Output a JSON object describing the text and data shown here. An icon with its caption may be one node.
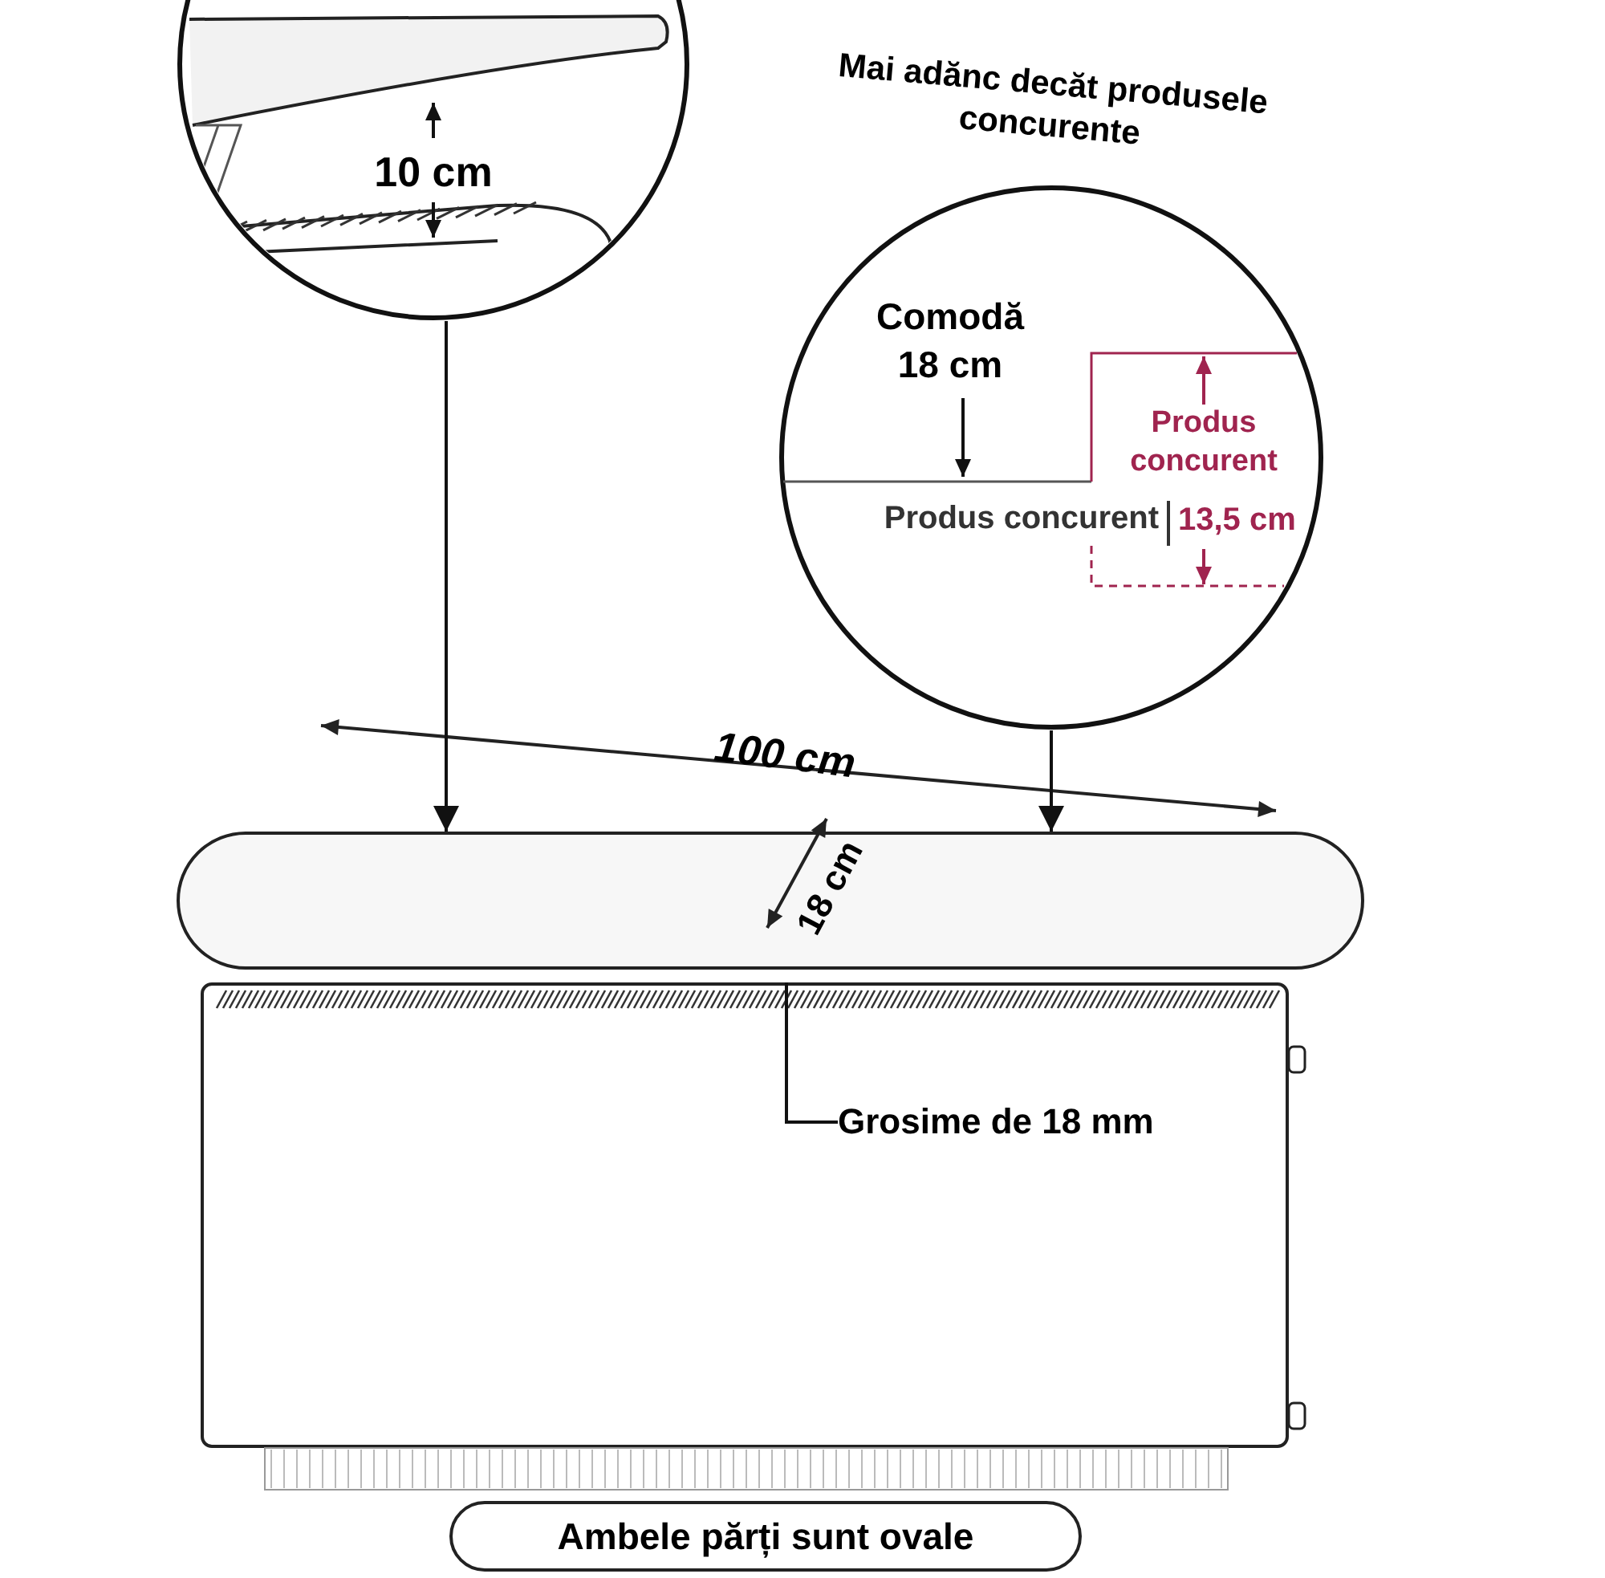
{
  "diagram": {
    "nodes": [
      {
        "text": [
          "10 cm"
        ]
      },
      {
        "text": [
          "Mai adănc decăt produsele concurente",
          "Comodă 18 cm",
          "Produs concurent",
          "Produs concurent",
          "13,5 cm"
        ]
      },
      {
        "text": [],
        "shape": "box"
      },
      {
        "text": [],
        "shape": "picture"
      },
      {
        "text": [
          "Grosime de 18 mm"
        ],
        "in": 3
      },
      {
        "text": [
          "Ambele părți sunt ovale"
        ]
      }
    ],
    "edges": [
      {
        "from": 0,
        "to": 2,
        "arrow": "to"
      },
      {
        "from": 1,
        "to": 2,
        "arrow": "to"
      },
      {
        "from": 4,
        "to": 3,
        "arrow": "none"
      }
    ],
    "labels": [
      "100 cm",
      "18 cm"
    ]
  }
}
